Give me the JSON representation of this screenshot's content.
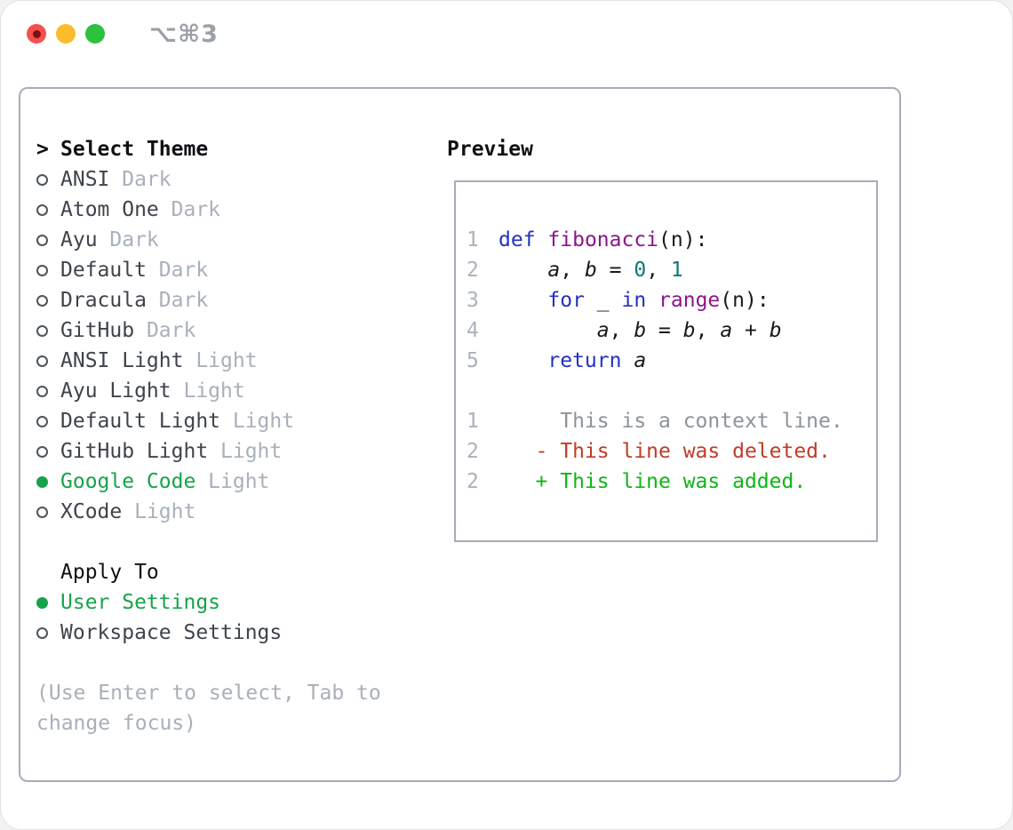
{
  "window": {
    "shortcut": "⌥⌘3",
    "traffic_lights": [
      "close",
      "minimize",
      "zoom"
    ]
  },
  "colors": {
    "selection_green": "#16a34a",
    "keyword_blue": "#2430c4",
    "function_purple": "#8c158c",
    "number_teal": "#0e7678",
    "deleted_red": "#c13b28",
    "added_green": "#10b517",
    "context_gray": "#8d939a",
    "muted_gray": "#a9b0ba",
    "panel_border": "#a6adb8"
  },
  "theme_panel": {
    "cursor": ">",
    "title": "Select Theme",
    "themes": [
      {
        "name": "ANSI",
        "tag": "Dark",
        "selected": false
      },
      {
        "name": "Atom One",
        "tag": "Dark",
        "selected": false
      },
      {
        "name": "Ayu",
        "tag": "Dark",
        "selected": false
      },
      {
        "name": "Default",
        "tag": "Dark",
        "selected": false
      },
      {
        "name": "Dracula",
        "tag": "Dark",
        "selected": false
      },
      {
        "name": "GitHub",
        "tag": "Dark",
        "selected": false
      },
      {
        "name": "ANSI Light",
        "tag": "Light",
        "selected": false
      },
      {
        "name": "Ayu Light",
        "tag": "Light",
        "selected": false
      },
      {
        "name": "Default Light",
        "tag": "Light",
        "selected": false
      },
      {
        "name": "GitHub Light",
        "tag": "Light",
        "selected": false
      },
      {
        "name": "Google Code",
        "tag": "Light",
        "selected": true
      },
      {
        "name": "XCode",
        "tag": "Light",
        "selected": false
      }
    ],
    "apply_to": {
      "title": "Apply To",
      "options": [
        {
          "name": "User Settings",
          "selected": true
        },
        {
          "name": "Workspace Settings",
          "selected": false
        }
      ]
    },
    "help_text": "(Use Enter to select, Tab to\nchange focus)"
  },
  "preview_panel": {
    "title": "Preview",
    "code_lines": [
      {
        "num": "1",
        "tokens": [
          {
            "t": "def",
            "c": "kw"
          },
          {
            "t": " ",
            "c": "pl"
          },
          {
            "t": "fibonacci",
            "c": "fn"
          },
          {
            "t": "(n):",
            "c": "pl"
          }
        ]
      },
      {
        "num": "2",
        "tokens": [
          {
            "t": "    ",
            "c": "pl"
          },
          {
            "t": "a",
            "c": "var"
          },
          {
            "t": ", ",
            "c": "pl"
          },
          {
            "t": "b",
            "c": "var"
          },
          {
            "t": " = ",
            "c": "pl"
          },
          {
            "t": "0",
            "c": "num"
          },
          {
            "t": ", ",
            "c": "pl"
          },
          {
            "t": "1",
            "c": "num"
          }
        ]
      },
      {
        "num": "3",
        "tokens": [
          {
            "t": "    ",
            "c": "pl"
          },
          {
            "t": "for",
            "c": "kw"
          },
          {
            "t": " _ ",
            "c": "pl"
          },
          {
            "t": "in",
            "c": "kw"
          },
          {
            "t": " ",
            "c": "pl"
          },
          {
            "t": "range",
            "c": "fn"
          },
          {
            "t": "(n):",
            "c": "pl"
          }
        ]
      },
      {
        "num": "4",
        "tokens": [
          {
            "t": "        ",
            "c": "pl"
          },
          {
            "t": "a",
            "c": "var"
          },
          {
            "t": ", ",
            "c": "pl"
          },
          {
            "t": "b",
            "c": "var"
          },
          {
            "t": " = ",
            "c": "pl"
          },
          {
            "t": "b",
            "c": "var"
          },
          {
            "t": ", ",
            "c": "pl"
          },
          {
            "t": "a",
            "c": "var"
          },
          {
            "t": " + ",
            "c": "pl"
          },
          {
            "t": "b",
            "c": "var"
          }
        ]
      },
      {
        "num": "5",
        "tokens": [
          {
            "t": "    ",
            "c": "pl"
          },
          {
            "t": "return",
            "c": "kw"
          },
          {
            "t": " ",
            "c": "pl"
          },
          {
            "t": "a",
            "c": "var"
          }
        ]
      }
    ],
    "diff_lines": [
      {
        "num": "1",
        "text": "     This is a context line.",
        "type": "context"
      },
      {
        "num": "2",
        "text": "   - This line was deleted.",
        "type": "deleted"
      },
      {
        "num": "2",
        "text": "   + This line was added.",
        "type": "added"
      }
    ]
  }
}
